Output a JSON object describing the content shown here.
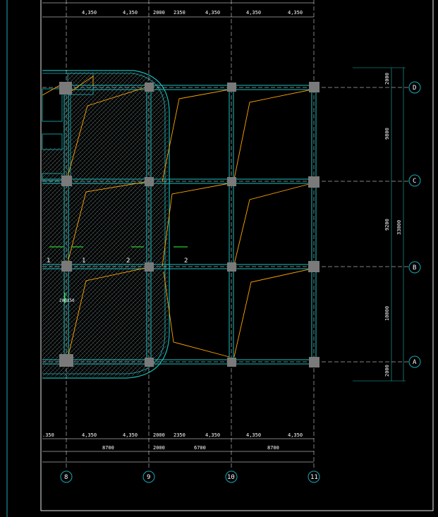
{
  "drawing": {
    "grid_columns": [
      "8",
      "9",
      "10",
      "11"
    ],
    "grid_rows": [
      "D",
      "C",
      "B",
      "A"
    ],
    "top_dims_partial": [
      "4,350",
      "4,350",
      "2000",
      "2350",
      "4,350",
      "4,350",
      "4,350"
    ],
    "bottom_dims_upper": [
      ".350",
      "4,350",
      "4,350",
      "2000",
      "2350",
      "4,350",
      "4,350",
      "4,350"
    ],
    "bottom_dims_lower": [
      "8700",
      "2000",
      "6700",
      "8700"
    ],
    "right_dims": [
      "2000",
      "9800",
      "9200",
      "10000",
      "2000"
    ],
    "right_total": "33000",
    "labels": {
      "span_1a": "1",
      "span_1b": "1",
      "span_2a": "2",
      "span_2b": "2",
      "section_note": "200X50"
    },
    "colors": {
      "beam": "#00cccc",
      "column": "#7a7a7a",
      "slab_lines": "#ffa500",
      "frame": "#ffffff",
      "axis": "#1aa7b5"
    }
  }
}
